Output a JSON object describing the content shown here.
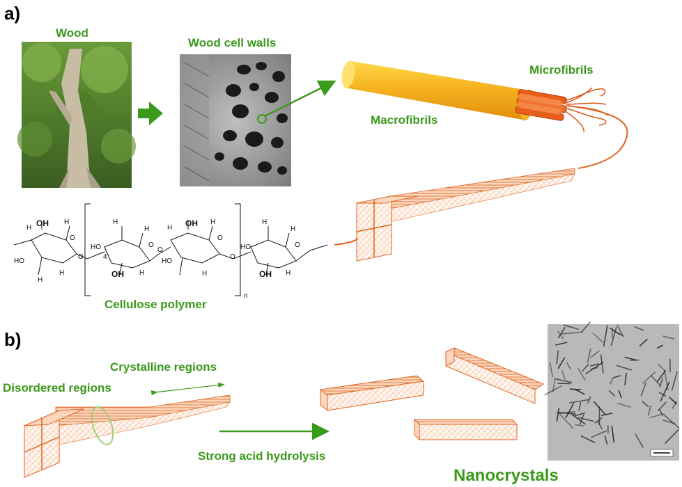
{
  "panel_a": {
    "label": "a)",
    "wood": "Wood",
    "cell_walls": "Wood cell walls",
    "macrofibrils": "Macrofibrils",
    "microfibrils": "Microfibrils",
    "polymer": "Cellulose polymer",
    "subscript_n": "n",
    "oh": "OH",
    "h": "H",
    "o": "O",
    "ho": "HO",
    "four": "4"
  },
  "panel_b": {
    "label": "b)",
    "crystalline": "Crystalline regions",
    "disordered": "Disordered regions",
    "hydrolysis": "Strong acid hydrolysis",
    "nanocrystals": "Nanocrystals"
  },
  "colors": {
    "green": "#3a9a1c",
    "orange": "#e0641e",
    "hatch": "#f2a879",
    "oh_red": "#d2301e",
    "oh_blue": "#1f2f6b"
  }
}
